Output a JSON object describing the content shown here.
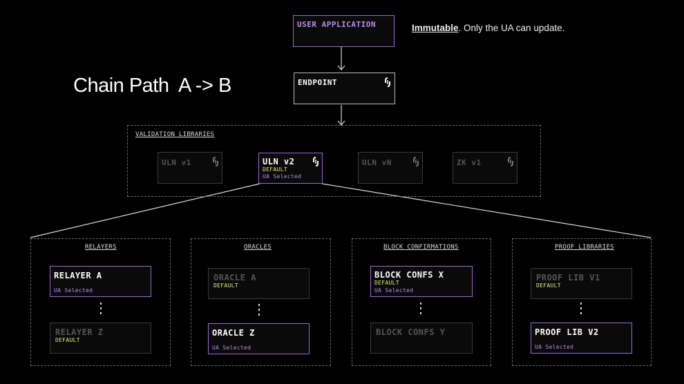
{
  "heading": "Chain Path  A -> B",
  "user_application": "USER APPLICATION",
  "note_bold": "Immutable",
  "note_rest": ". Only the UA can update.",
  "endpoint": "ENDPOINT",
  "validation": {
    "label": "VALIDATION LIBRARIES",
    "items": [
      {
        "name": "ULN v1"
      },
      {
        "name": "ULN v2",
        "tag1": "DEFAULT",
        "tag2": "UA Selected"
      },
      {
        "name": "ULN vN"
      },
      {
        "name": "ZK v1"
      }
    ]
  },
  "relayers": {
    "label": "RELAYERS",
    "a": {
      "name": "RELAYER A",
      "tag": "UA Selected"
    },
    "z": {
      "name": "RELAYER Z",
      "tag": "DEFAULT"
    }
  },
  "oracles": {
    "label": "ORACLES",
    "a": {
      "name": "ORACLE A",
      "tag": "DEFAULT"
    },
    "z": {
      "name": "ORACLE Z",
      "tag": "UA Selected"
    }
  },
  "block_confirmations": {
    "label": "BLOCK CONFIRMATIONS",
    "x": {
      "name": "BLOCK CONFS X",
      "tag1": "DEFAULT",
      "tag2": "UA Selected"
    },
    "y": {
      "name": "BLOCK CONFS Y"
    }
  },
  "proof_libraries": {
    "label": "PROOF LIBRARIES",
    "v1": {
      "name": "PROOF LIB V1",
      "tag": "DEFAULT"
    },
    "v2": {
      "name": "PROOF LIB V2",
      "tag": "UA Selected"
    }
  },
  "colors": {
    "accent": "#9b6ad6",
    "default_tag": "#e6f07a",
    "selected_tag": "#b98cf0"
  }
}
